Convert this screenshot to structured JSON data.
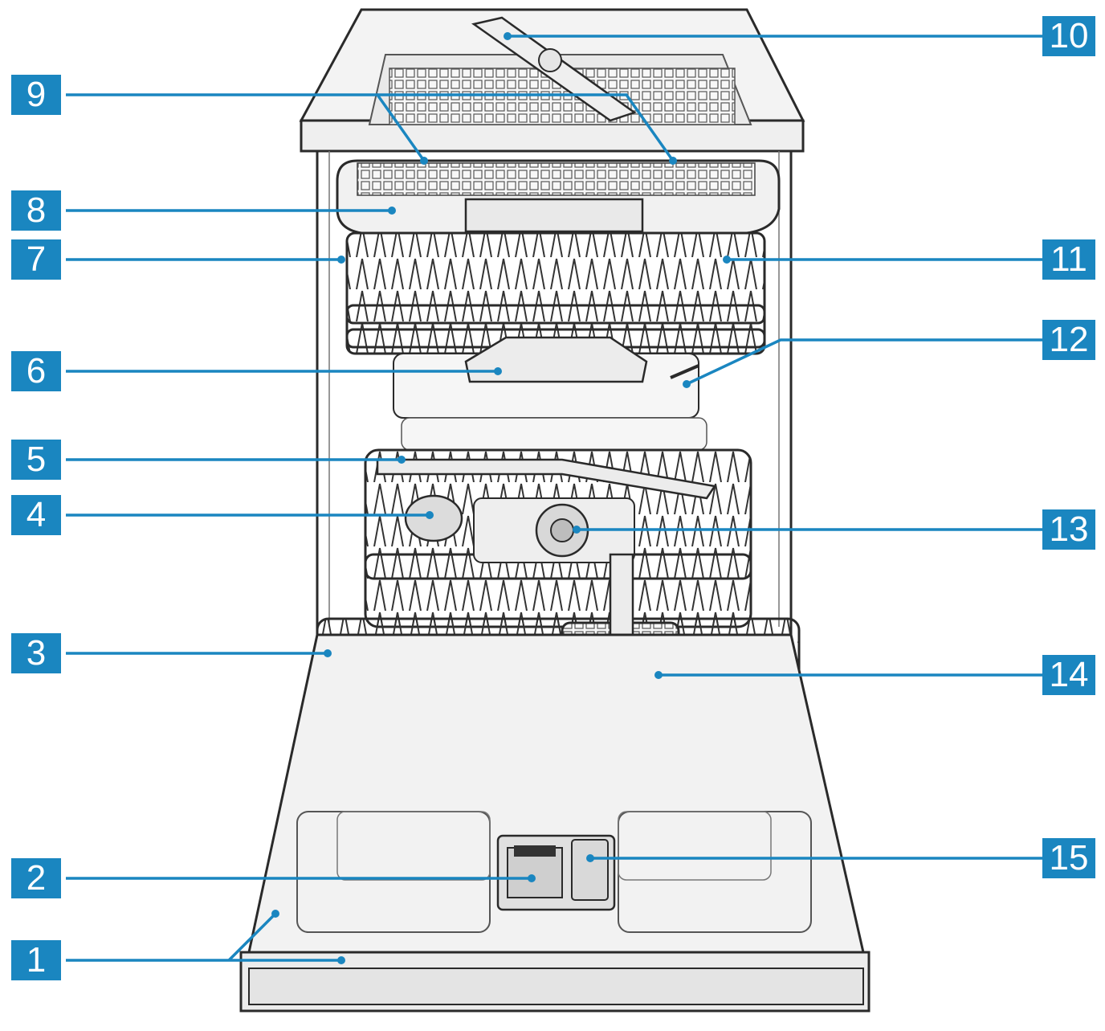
{
  "diagram": {
    "colors": {
      "callout": "#1a86c0",
      "leader": "#1a86c0",
      "outline": "#2a2a2a",
      "appliance_fill": "#f2f2f2",
      "panel_fill": "#e8e8e8"
    },
    "callouts": {
      "c1": "1",
      "c2": "2",
      "c3": "3",
      "c4": "4",
      "c5": "5",
      "c6": "6",
      "c7": "7",
      "c8": "8",
      "c9": "9",
      "c10": "10",
      "c11": "11",
      "c12": "12",
      "c13": "13",
      "c14": "14",
      "c15": "15"
    }
  }
}
